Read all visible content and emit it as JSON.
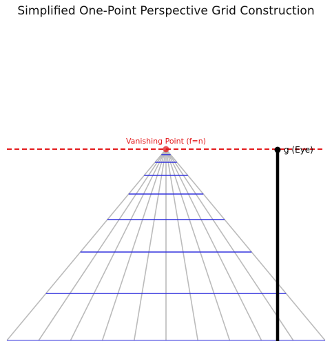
{
  "title": "Simplified One-Point Perspective Grid Construction",
  "labels": {
    "vanishing_point": "Vanishing Point (f=n)",
    "eye": "g (Eye)"
  },
  "colors": {
    "horizon": "#e31a1c",
    "vanishing_point": "#e31a1c",
    "rays": "#bbbbbb",
    "transversals": "#3333dd",
    "eye_pole": "#000000",
    "title": "#111111"
  },
  "grid": {
    "ray_count": 11,
    "transversal_count": 8
  }
}
